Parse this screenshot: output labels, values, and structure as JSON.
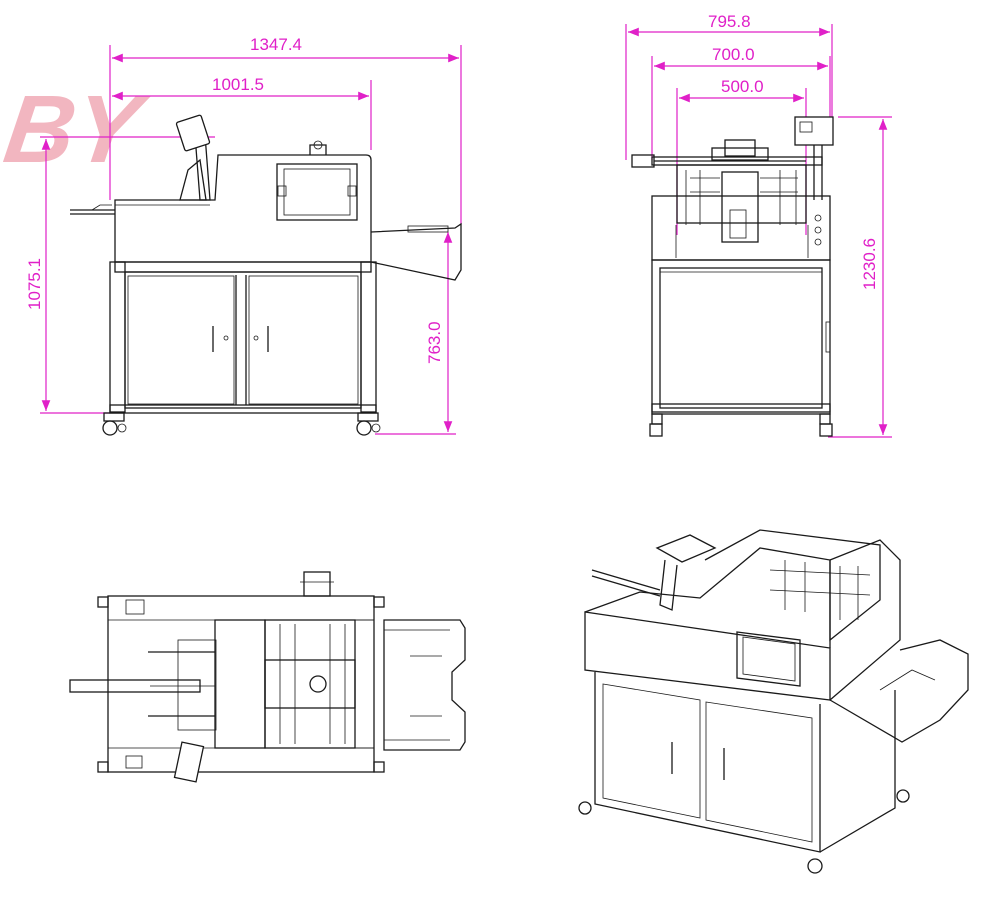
{
  "logo": {
    "text": "BY",
    "color": "#f2b6c0"
  },
  "dimension_color": "#e020c8",
  "views": {
    "side": {
      "overall_length": "1347.4",
      "body_length": "1001.5",
      "overall_height": "1075.1",
      "table_height": "763.0"
    },
    "front": {
      "overall_width": "795.8",
      "frame_width": "700.0",
      "feed_width": "500.0",
      "total_height": "1230.6"
    }
  }
}
